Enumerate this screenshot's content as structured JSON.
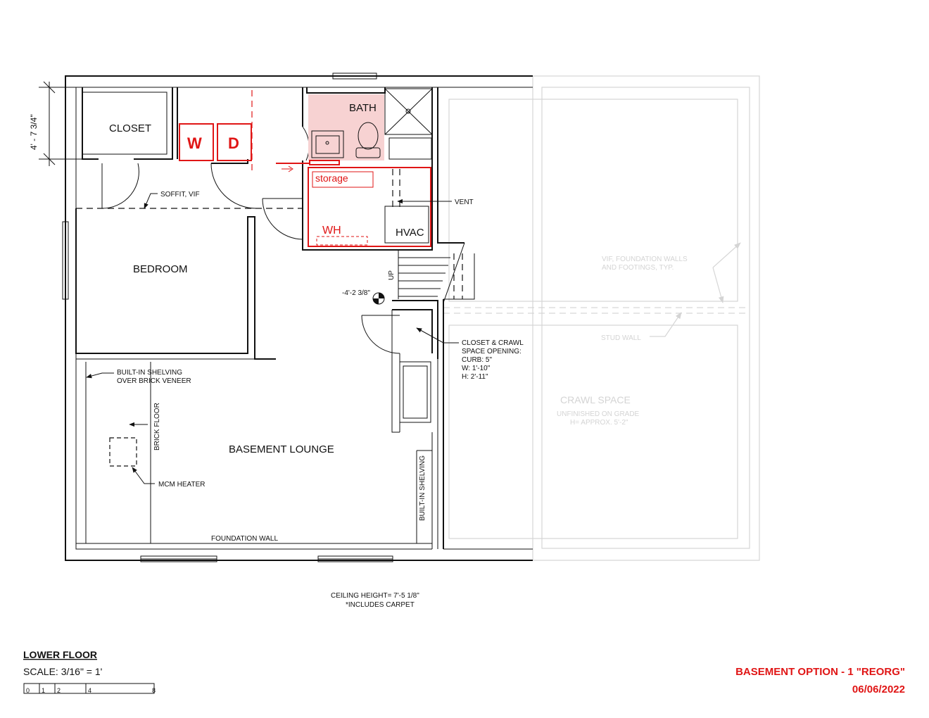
{
  "colors": {
    "ink": "#111111",
    "markup_red": "#e01515",
    "bath_fill": "#f7d2d2",
    "ghost": "#d4d4d4"
  },
  "rooms": {
    "closet": "CLOSET",
    "bath": "BATH",
    "bedroom": "BEDROOM",
    "basement_lounge": "BASEMENT LOUNGE",
    "hvac": "HVAC",
    "crawl_space": "CRAWL SPACE"
  },
  "markup": {
    "washer": "W",
    "dryer": "D",
    "storage": "storage",
    "water_heater": "WH"
  },
  "dimension": "4' - 7 3/4\"",
  "level": "-4'-2 3/8\"",
  "stair_label": "UP",
  "notes": {
    "soffit": "SOFFIT, VIF",
    "vent": "VENT",
    "closet_crawl": [
      "CLOSET & CRAWL",
      "SPACE OPENING:",
      "CURB: 5\"",
      "W: 1'-10\"",
      "H: 2'-11\""
    ],
    "built_in_shelving_brick": [
      "BUILT-IN SHELVING",
      "OVER BRICK VENEER"
    ],
    "brick_floor": "BRICK FLOOR",
    "mcm_heater": "MCM HEATER",
    "built_in_shelving": "BUILT-IN SHELVING",
    "foundation_wall": "FOUNDATION WALL",
    "vif_foundation": [
      "VIF, FOUNDATION WALLS",
      "AND FOOTINGS, TYP."
    ],
    "stud_wall": "STUD WALL",
    "crawl_detail": [
      "UNFINISHED ON GRADE",
      "H= APPROX. 5'-2\""
    ],
    "ceiling": [
      "CEILING HEIGHT= 7'-5 1/8\"",
      "*INCLUDES CARPET"
    ]
  },
  "title_block": {
    "title": "LOWER FLOOR",
    "scale": "SCALE:  3/16\" = 1'",
    "scale_ticks": [
      "0",
      "1",
      "2",
      "4",
      "8"
    ],
    "option": "BASEMENT OPTION - 1 \"REORG\"",
    "date": "06/06/2022"
  }
}
